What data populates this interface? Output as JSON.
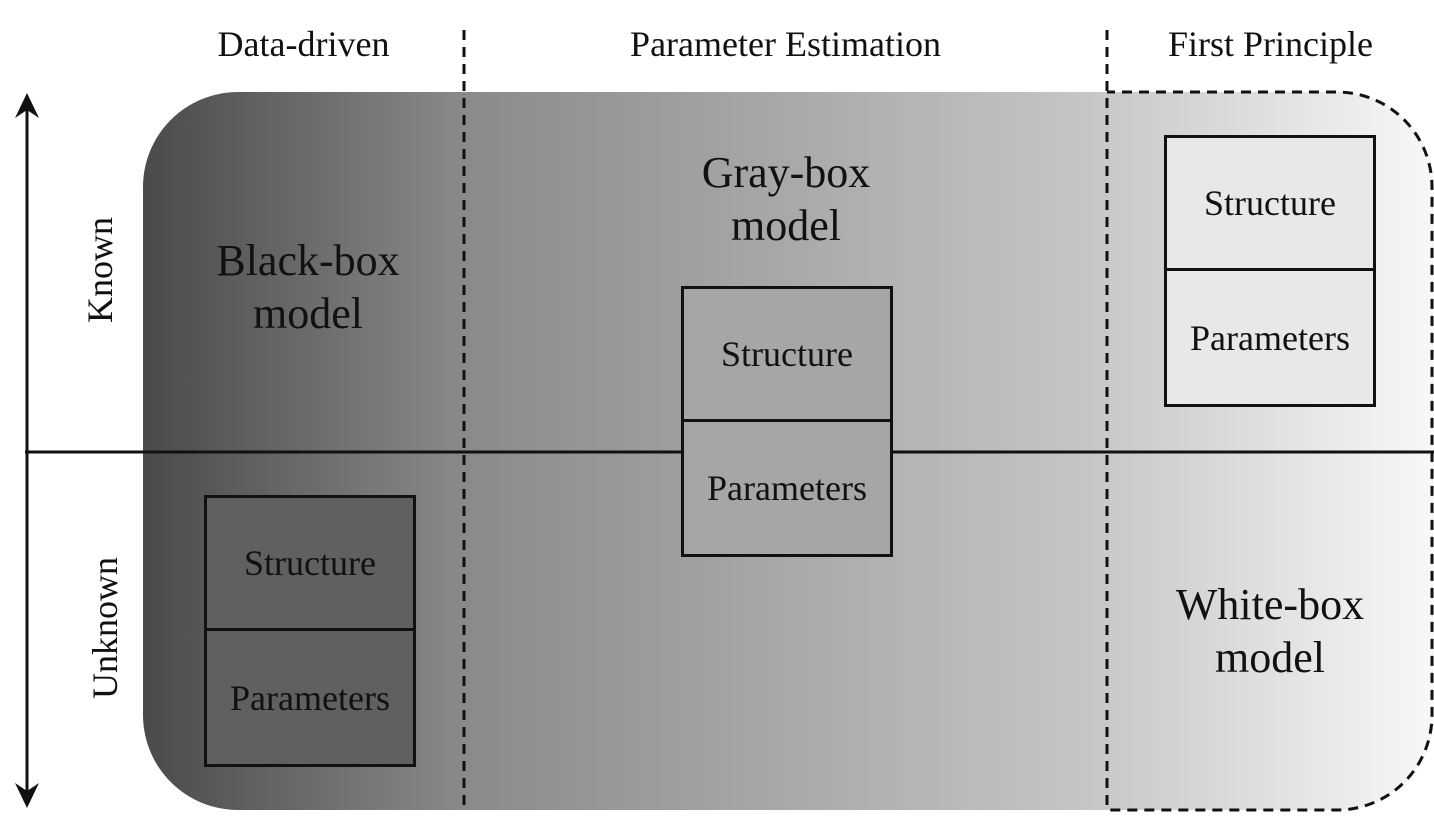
{
  "columns": {
    "data_driven": "Data-driven",
    "parameter_estimation": "Parameter Estimation",
    "first_principle": "First Principle"
  },
  "axis": {
    "known": "Known",
    "unknown": "Unknown"
  },
  "models": {
    "black_box": {
      "line1": "Black-box",
      "line2": "model",
      "structure": "Structure",
      "parameters": "Parameters",
      "box_fill": "#606060"
    },
    "gray_box": {
      "line1": "Gray-box",
      "line2": "model",
      "structure": "Structure",
      "parameters": "Parameters",
      "box_fill": "#a6a6a6"
    },
    "white_box": {
      "line1": "White-box",
      "line2": "model",
      "structure": "Structure",
      "parameters": "Parameters",
      "box_fill": "#e8e8e8"
    }
  },
  "colors": {
    "gradient_dark": "#4a4a4a",
    "gradient_mid": "#8a8a8a",
    "gradient_light": "#c4c4c4",
    "gradient_white": "#f8f8f8",
    "line": "#111111"
  }
}
